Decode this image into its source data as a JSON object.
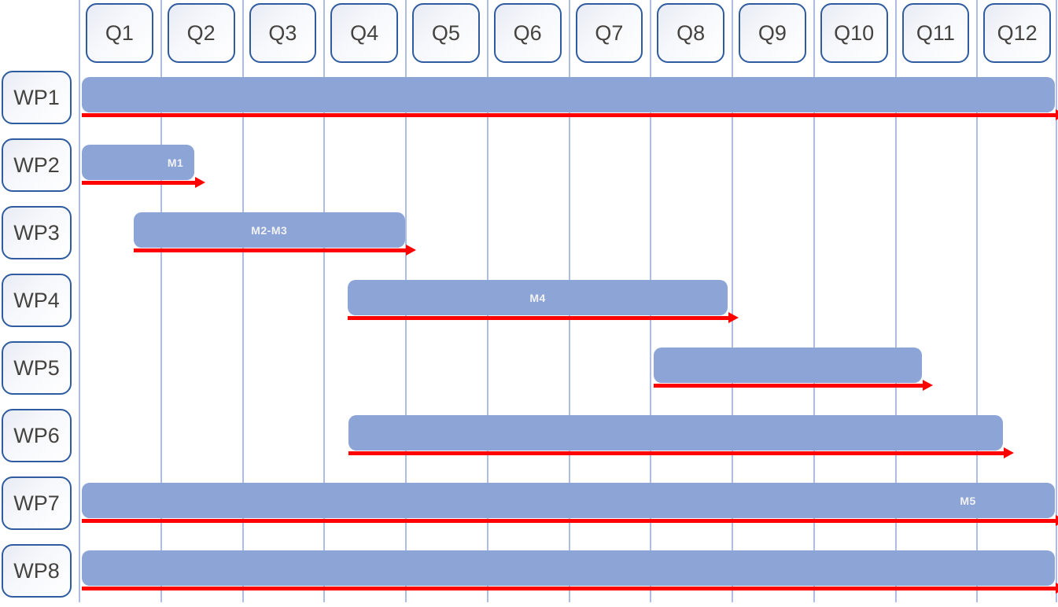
{
  "chart_data": {
    "type": "bar",
    "variant": "gantt-timeline",
    "title": "",
    "x_axis": {
      "unit": "quarters",
      "categories": [
        "Q1",
        "Q2",
        "Q3",
        "Q4",
        "Q5",
        "Q6",
        "Q7",
        "Q8",
        "Q9",
        "Q10",
        "Q11",
        "Q12"
      ],
      "range_quarters": [
        0,
        12
      ],
      "gridlines": true
    },
    "y_axis": {
      "categories": [
        "WP1",
        "WP2",
        "WP3",
        "WP4",
        "WP5",
        "WP6",
        "WP7",
        "WP8"
      ]
    },
    "rows": [
      {
        "label": "WP1",
        "start_q": 0.04,
        "end_q": 11.96,
        "milestone": "",
        "milestone_align": ""
      },
      {
        "label": "WP2",
        "start_q": 0.04,
        "end_q": 1.42,
        "milestone": "M1",
        "milestone_align": "right"
      },
      {
        "label": "WP3",
        "start_q": 0.67,
        "end_q": 4.0,
        "milestone": "M2-M3",
        "milestone_align": "center"
      },
      {
        "label": "WP4",
        "start_q": 3.3,
        "end_q": 7.95,
        "milestone": "M4",
        "milestone_align": "center"
      },
      {
        "label": "WP5",
        "start_q": 7.05,
        "end_q": 10.33,
        "milestone": "",
        "milestone_align": ""
      },
      {
        "label": "WP6",
        "start_q": 3.31,
        "end_q": 11.33,
        "milestone": "",
        "milestone_align": ""
      },
      {
        "label": "WP7",
        "start_q": 0.04,
        "end_q": 11.96,
        "milestone": "M5",
        "milestone_align": "right-offset"
      },
      {
        "label": "WP8",
        "start_q": 0.04,
        "end_q": 11.96,
        "milestone": "",
        "milestone_align": ""
      }
    ],
    "legend": [],
    "colors": {
      "bar": "#8CA4D6",
      "grid": "#AEBDE4",
      "box_border": "#2E5C9F",
      "arrow": "#FF0000",
      "milestone_text": "#F2F2F2",
      "label_text": "#454340"
    }
  }
}
